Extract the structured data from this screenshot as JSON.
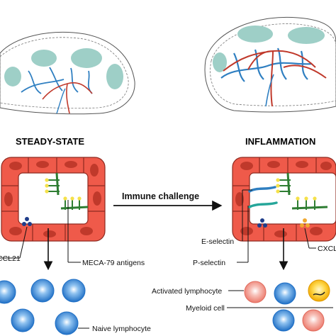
{
  "panels": {
    "left_title": "STEADY-STATE",
    "right_title": "INFLAMMATION"
  },
  "transition": {
    "label": "Immune challenge"
  },
  "labels": {
    "cxcl21_left": "CCL21",
    "meca79": "MECA-79 antigens",
    "naive": "Naive lymphocyte",
    "e_selectin": "E-selectin",
    "p_selectin": "P-selectin",
    "cxcl_right": "CXCL",
    "activated": "Activated lymphocyte",
    "myeloid": "Myeloid cell"
  },
  "colors": {
    "endothelium_fill": "#ef5a4a",
    "endothelium_nucleus": "#c0392b",
    "lymphocyte_blue": "#1f6fc5",
    "activated_salmon": "#f2958a",
    "myeloid_yellow": "#f5b800",
    "node_teal": "#9ecfc7",
    "vessel_blue": "#2f7fc1",
    "vessel_red": "#c0392b"
  }
}
